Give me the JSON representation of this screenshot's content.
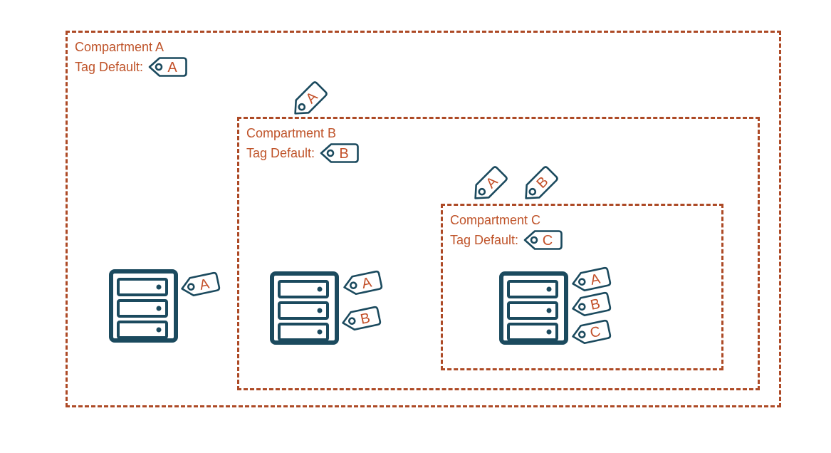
{
  "colors": {
    "line": "#ad4a26",
    "label": "#bf5329",
    "teal": "#1b4a5e",
    "letter": "#c35029",
    "bg": "#ffffff"
  },
  "compartments": {
    "a": {
      "title": "Compartment A",
      "tag_default_label": "Tag Default:",
      "tag_default_value": "A",
      "server_tags": [
        "A"
      ]
    },
    "b": {
      "title": "Compartment B",
      "tag_default_label": "Tag Default:",
      "tag_default_value": "B",
      "border_tags": [
        "A"
      ],
      "server_tags": [
        "A",
        "B"
      ]
    },
    "c": {
      "title": "Compartment C",
      "tag_default_label": "Tag Default:",
      "tag_default_value": "C",
      "border_tags": [
        "A",
        "B"
      ],
      "server_tags": [
        "A",
        "B",
        "C"
      ]
    }
  }
}
